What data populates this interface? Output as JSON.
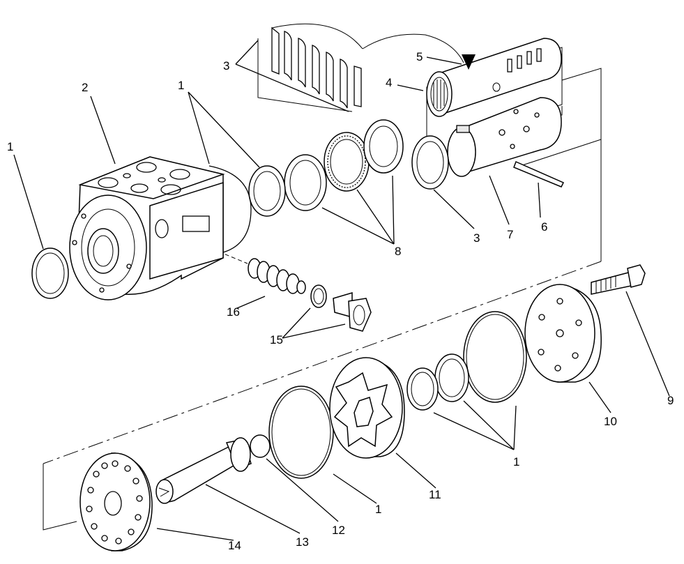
{
  "diagram": {
    "type": "exploded-parts-view",
    "callouts": {
      "c1a": "1",
      "c1b": "1",
      "c1c": "1",
      "c1d": "1",
      "c2": "2",
      "c3a": "3",
      "c3b": "3",
      "c4": "4",
      "c5": "5",
      "c6": "6",
      "c7": "7",
      "c8": "8",
      "c9": "9",
      "c10": "10",
      "c11": "11",
      "c12": "12",
      "c13": "13",
      "c14": "14",
      "c15": "15",
      "c16": "16"
    }
  }
}
